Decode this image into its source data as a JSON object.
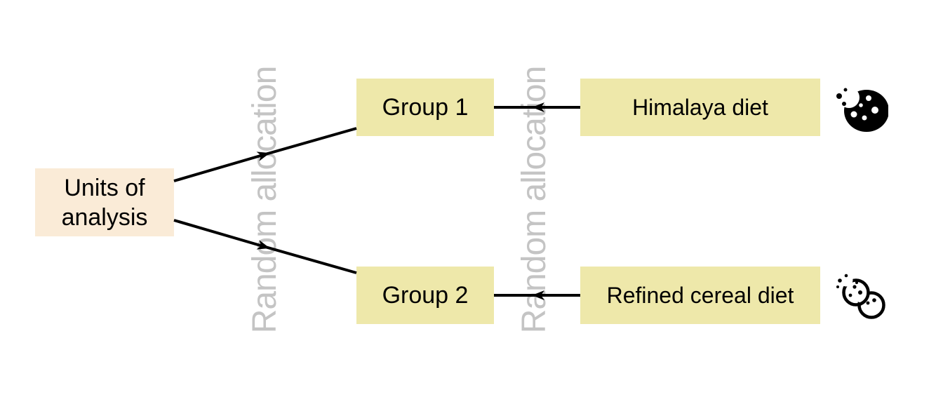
{
  "nodes": {
    "units": {
      "line1": "Units of",
      "line2": "analysis",
      "bg": "#FAEBD7"
    },
    "group1": {
      "label": "Group 1",
      "bg": "#EEE8AA"
    },
    "group2": {
      "label": "Group 2",
      "bg": "#EEE8AA"
    },
    "diet_himalaya": {
      "label": "Himalaya diet",
      "bg": "#EEE8AA"
    },
    "diet_refined": {
      "label": "Refined cereal diet",
      "bg": "#EEE8AA"
    }
  },
  "annotations": {
    "random_allocation_left": {
      "text": "Random allocation",
      "color": "#C4C4C4"
    },
    "random_allocation_right": {
      "text": "Random allocation",
      "color": "#C4C4C4"
    }
  },
  "icons": {
    "cookie_bite": "cookie-bite-icon",
    "cookies_pair": "cookies-icon",
    "color": "#000000"
  },
  "edges": {
    "color": "#000000"
  }
}
